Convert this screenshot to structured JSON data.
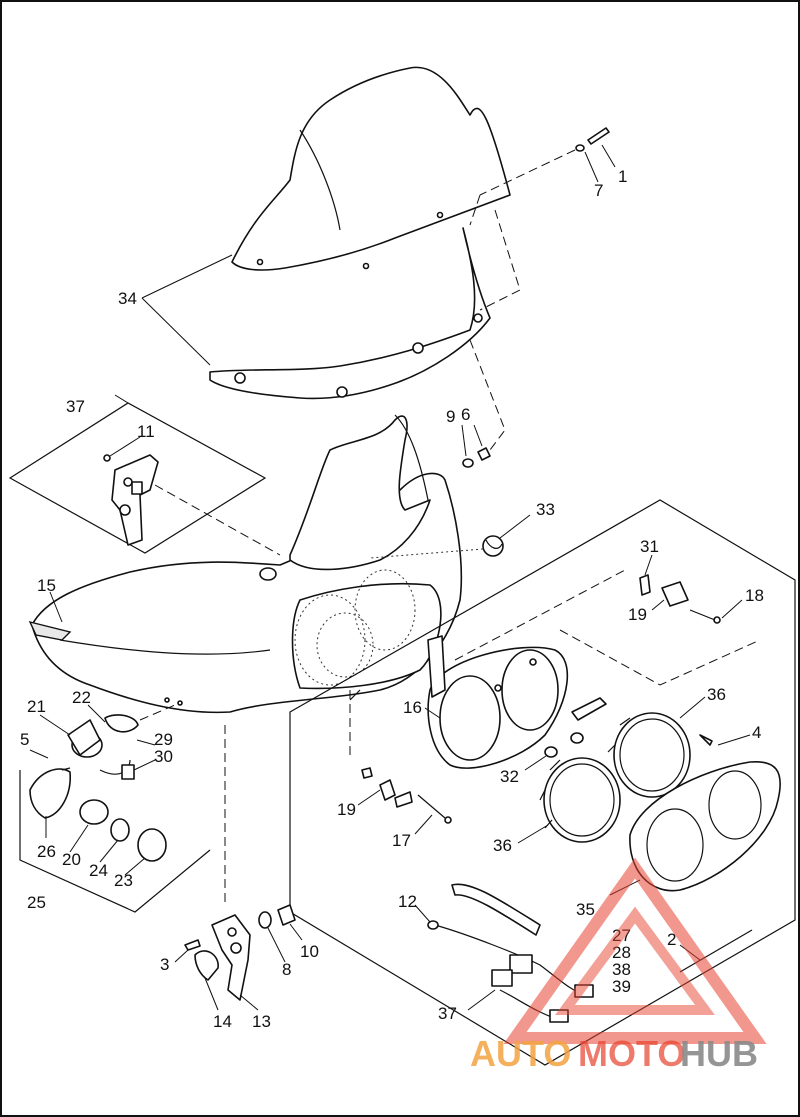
{
  "callouts": {
    "c1": "1",
    "c2": "2",
    "c3": "3",
    "c4": "4",
    "c5": "5",
    "c6": "6",
    "c7": "7",
    "c8": "8",
    "c9": "9",
    "c10": "10",
    "c11": "11",
    "c12": "12",
    "c13": "13",
    "c14": "14",
    "c15": "15",
    "c16": "16",
    "c17": "17",
    "c18": "18",
    "c19a": "19",
    "c19b": "19",
    "c20": "20",
    "c21": "21",
    "c22": "22",
    "c23": "23",
    "c24": "24",
    "c25": "25",
    "c26": "26",
    "c27": "27",
    "c28": "28",
    "c29": "29",
    "c30": "30",
    "c31": "31",
    "c32": "32",
    "c33": "33",
    "c34": "34",
    "c35": "35",
    "c36a": "36",
    "c36b": "36",
    "c37a": "37",
    "c37b": "37",
    "c38": "38",
    "c39": "39"
  },
  "watermark": {
    "part1": "AUTO",
    "part2": "MOTO",
    "part3": "HUB",
    "color_red": "#e8422f",
    "color_orange": "#f3a341",
    "color_gray": "#8a8a8a"
  }
}
